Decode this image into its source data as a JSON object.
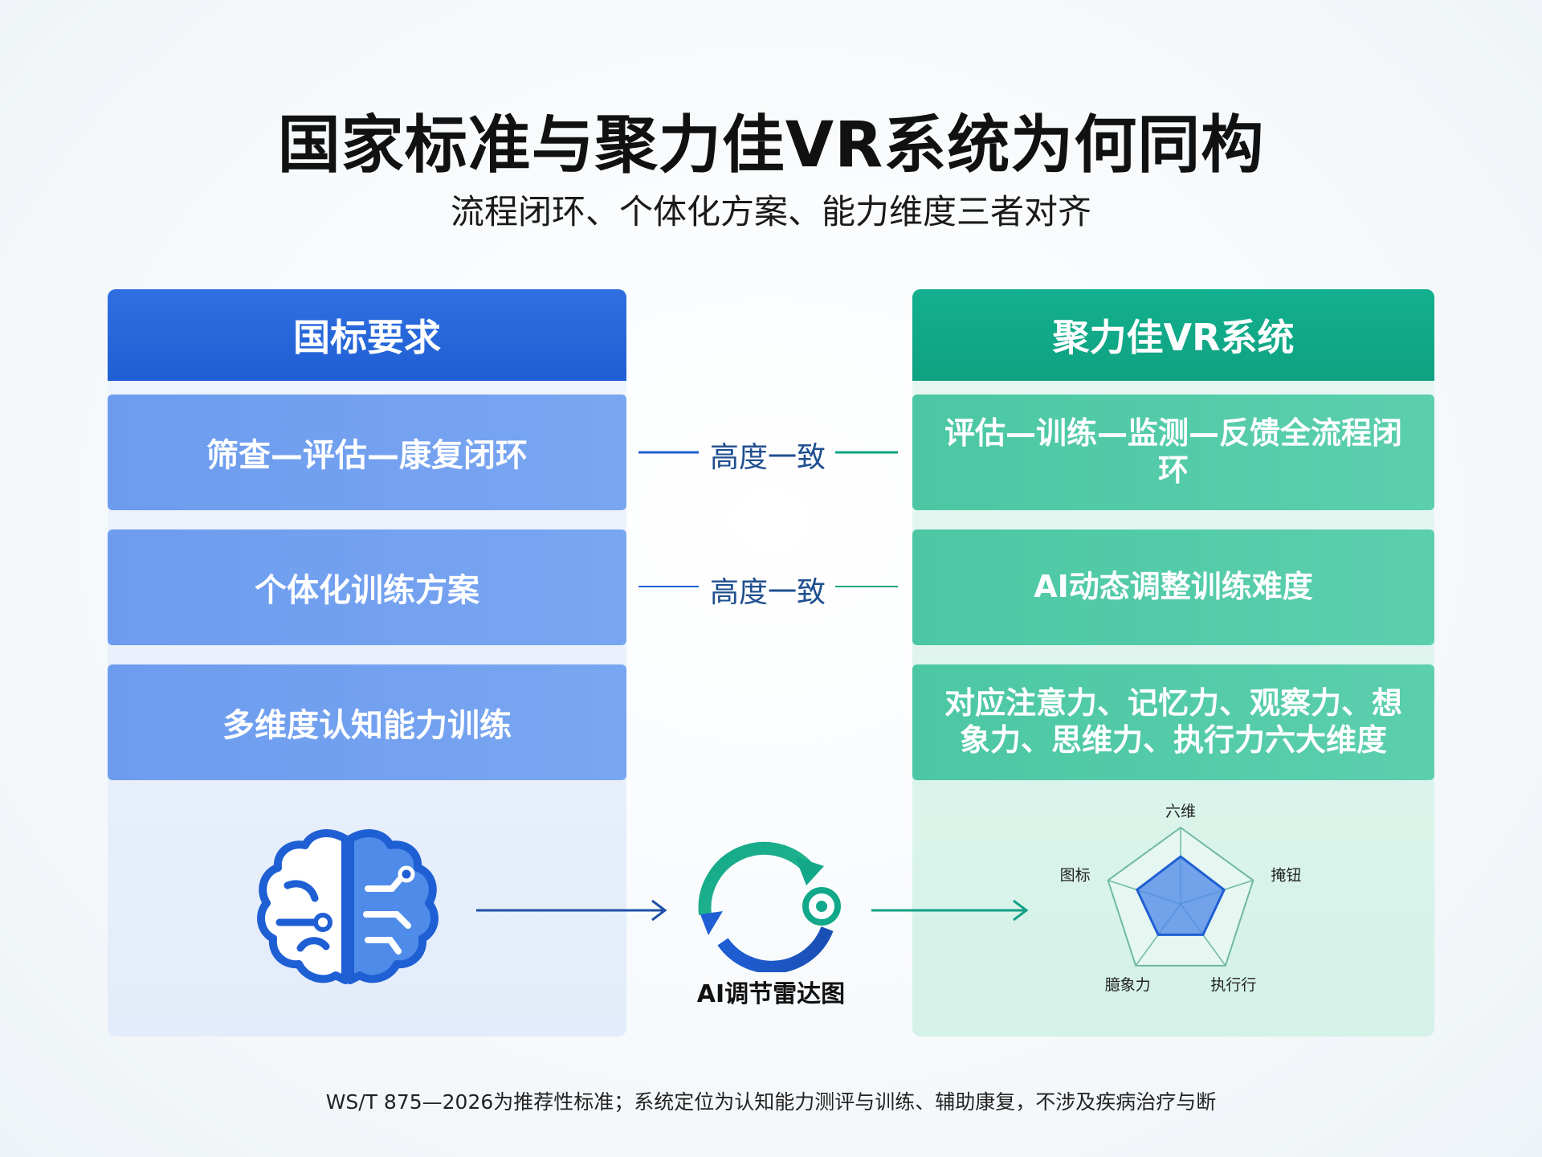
{
  "title": "国家标准与聚力佳VR系统为何同构",
  "subtitle": "流程闭环、个体化方案、能力维度三者对齐",
  "left_column": {
    "header": "国标要求",
    "items": [
      "筛查—评估—康复闭环",
      "个体化训练方案",
      "多维度认知能力训练"
    ]
  },
  "right_column": {
    "header": "聚力佳VR系统",
    "items": [
      "评估—训练—监测—反馈全流程闭环",
      "AI动态调整训练难度",
      "对应注意力、记忆力、观察力、想象力、思维力、执行力六大维度"
    ]
  },
  "connectors": [
    "高度一致",
    "高度一致"
  ],
  "cycle_label": "AI调节雷达图",
  "radar": {
    "labels": [
      "六维",
      "掩钮",
      "执行行",
      "臆象力",
      "图标"
    ],
    "values": [
      0.62,
      0.6,
      0.5,
      0.5,
      0.6
    ]
  },
  "colors": {
    "blue": "#1f5fd4",
    "green": "#0fa281"
  },
  "footnote": "WS/T 875—2026为推荐性标准；系统定位为认知能力测评与训练、辅助康复，不涉及疾病治疗与断"
}
